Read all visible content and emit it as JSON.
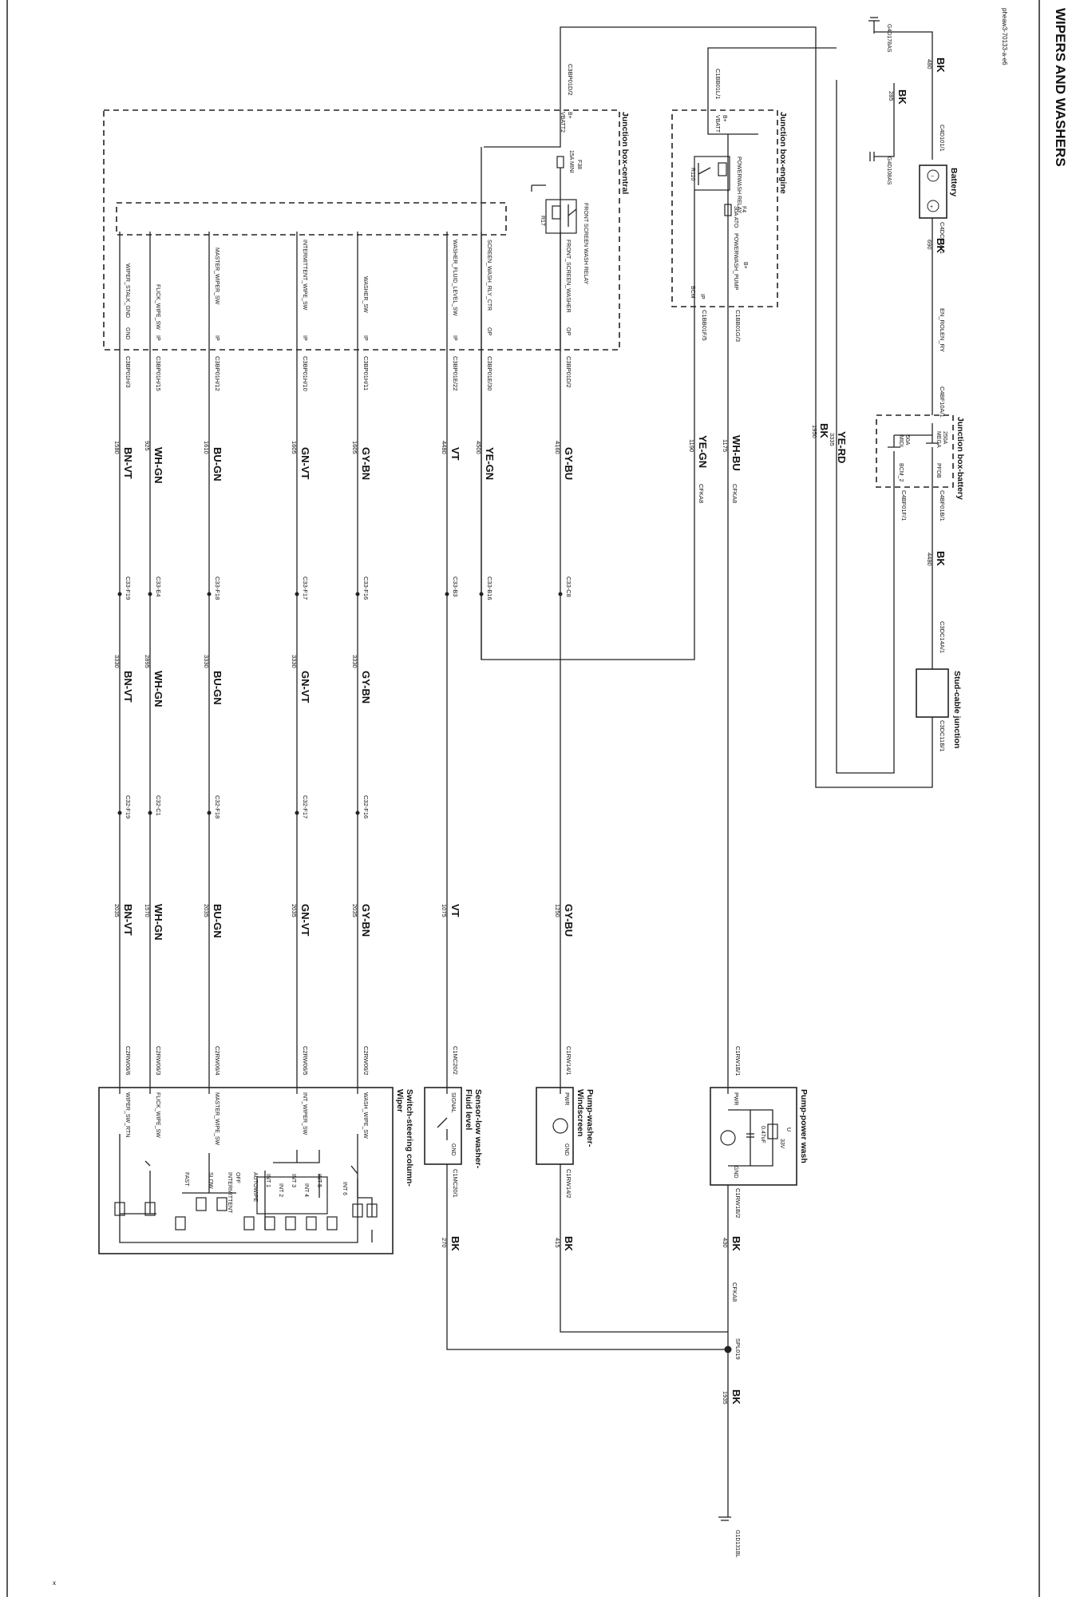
{
  "page": {
    "title": "WIPERS AND WASHERS",
    "ref": "pheaw3-70133-a-e6",
    "corner_mark": "x"
  },
  "battery": {
    "label": "Battery",
    "neg_conn": "C4D101/1",
    "pos_conn": "C4DC02A/1"
  },
  "jb_battery": {
    "label": "Junction box-battery",
    "fuse1": "250A",
    "fuse1_type": "MEGA",
    "fuse2": "50A",
    "fuse2_type": "MIDI",
    "pin_pfdb": "PFDB",
    "pin_bcm2": "BCM_2",
    "conn_left": "C4BF10A/1",
    "conn_right": "C4BF01B/1",
    "conn_bottom": "C4BF01F/1"
  },
  "stud": {
    "label": "Stud-cable junction",
    "conn1": "C3DC14A/1",
    "conn2": "C3DC11B/1"
  },
  "jb_engine": {
    "label": "Junction box-engine",
    "relay_name": "POWERWASH RELAY",
    "relay_ref": "R110",
    "fuse": "F4",
    "fuse_rating": "30A ATO",
    "pin_vbatt": "VBATT",
    "pin_bplus": "B+",
    "pin_bcm": "BCM",
    "pin_pump": "POWERWASH_PUMP",
    "pin_ip": "IP",
    "pin_bplus2": "B+",
    "conn_top": "C1BB01L/1",
    "conn_pump": "C1BB01G/3",
    "conn_bcm": "C1BB01F/5"
  },
  "jb_central": {
    "label": "Junction box-central",
    "relay_name": "FRONT SCREEN WASH RELAY",
    "relay_ref": "R17",
    "fuse": "F38",
    "fuse_rating": "15A MINI",
    "pin_vbatt2": "VBATT2",
    "pin_bplus": "B+",
    "conn_top": "C3BP01D/2",
    "pins": [
      {
        "name": "FRONT_SCREEN_WASHER",
        "type": "OP",
        "conn": "C3BP01D/2"
      },
      {
        "name": "SCREEN_WASH_RLY_CTR",
        "type": "OP",
        "conn": "C3BP01E/30"
      },
      {
        "name": "WASHER_FLUID_LEVEL_SW",
        "type": "IP",
        "conn": "C3BP01E/22"
      },
      {
        "name": "WASHER_SW",
        "type": "IP",
        "conn": "C3BP01H/11"
      },
      {
        "name": "INTERMITTENT_WIPE_SW",
        "type": "IP",
        "conn": "C3BP01H/10"
      },
      {
        "name": "MASTER_WIPER_SW",
        "type": "IP",
        "conn": "C3BP01H/12"
      },
      {
        "name": "FLICK_WIPE_SW",
        "type": "IP",
        "conn": "C3BP01H/15"
      },
      {
        "name": "WIPER_STALK_GND",
        "type": "GND",
        "conn": "C3BP01H/3"
      }
    ]
  },
  "top_wires": [
    {
      "color": "BK",
      "num": "480"
    },
    {
      "color": "BK",
      "num": "285"
    },
    {
      "color": "BK",
      "num": "690"
    },
    {
      "color": "EN_ROLEN_RY",
      "num": ""
    },
    {
      "color": "YE-RD",
      "num": "3335"
    },
    {
      "color": "BK",
      "num": "1950"
    },
    {
      "color": "BK",
      "num": "4480"
    }
  ],
  "grounds": {
    "g1": "G4D178AS",
    "g2": "G4D108AS",
    "g3": "G1D131BL"
  },
  "wires1": [
    {
      "color": "GY-BU",
      "num": "4160"
    },
    {
      "color": "YE-GN",
      "num": "4500"
    },
    {
      "color": "VT",
      "num": "4480"
    },
    {
      "color": "GY-BN",
      "num": "1605"
    },
    {
      "color": "GN-VT",
      "num": "1605"
    },
    {
      "color": "BU-GN",
      "num": "1610"
    },
    {
      "color": "WH-GN",
      "num": "925"
    },
    {
      "color": "BN-VT",
      "num": "1580"
    }
  ],
  "engine_wires": [
    {
      "color": "WH-BU",
      "num": "1175",
      "tag": "CFKA8"
    },
    {
      "color": "YE-GN",
      "num": "1190",
      "tag": "CFKA8"
    }
  ],
  "c33": [
    "C33-C8",
    "C33-B16",
    "C33-B3",
    "C33-F16",
    "C33-F17",
    "C33-F18",
    "C33-E4",
    "C33-F19"
  ],
  "wires2": [
    {
      "color": "GY-BN",
      "num": "3330"
    },
    {
      "color": "GN-VT",
      "num": "3330"
    },
    {
      "color": "BU-GN",
      "num": "3330"
    },
    {
      "color": "WH-GN",
      "num": "2895"
    },
    {
      "color": "BN-VT",
      "num": "3330"
    }
  ],
  "c32": [
    "C32-F16",
    "C32-F17",
    "C32-F18",
    "C32-C1",
    "C32-F19"
  ],
  "wires3": [
    {
      "color": "GY-BU",
      "num": "1250"
    },
    {
      "color": "VT",
      "num": "1075"
    },
    {
      "color": "GY-BN",
      "num": "2035"
    },
    {
      "color": "GN-VT",
      "num": "2035"
    },
    {
      "color": "BU-GN",
      "num": "2035"
    },
    {
      "color": "WH-GN",
      "num": "1570"
    },
    {
      "color": "BN-VT",
      "num": "2035"
    }
  ],
  "pump_power": {
    "label": "Pump-power wash",
    "pwr": "PWR",
    "gnd": "GND",
    "conn1": "C1RW1B/1",
    "conn2": "C1RW1B/2",
    "u": "U",
    "v": "33V",
    "cap": "0.47uF"
  },
  "pump_windscreen": {
    "label1": "Pump-washer-",
    "label2": "Windscreen",
    "pwr": "PWR",
    "gnd": "GND",
    "conn1": "C1RW14/1",
    "conn2": "C1RW14/2"
  },
  "sensor": {
    "label1": "Sensor-low washer-",
    "label2": "Fluid level",
    "signal": "SIGNAL",
    "gnd": "GND",
    "conn1": "C1MC20/2",
    "conn2": "C1MC20/1"
  },
  "switch": {
    "label1": "Switch-steering column-",
    "label2": "Wiper",
    "pins": [
      {
        "name": "WASH_WIPE_SW",
        "conn": "C2RW06/2"
      },
      {
        "name": "INT_WIPER_SW",
        "conn": "C2RW06/5"
      },
      {
        "name": "MASTER_WIPE_SW",
        "conn": "C2RW06/4"
      },
      {
        "name": "FLICK_WIPE_SW",
        "conn": "C2RW06/3"
      },
      {
        "name": "WIPER_SW_RTN",
        "conn": "C2RW06/6"
      }
    ],
    "positions": [
      "OFF",
      "INTERMITTENT",
      "SLOW",
      "FAST",
      "AUTOWIPE"
    ],
    "int_steps": [
      "INT 1",
      "INT 2",
      "INT 3",
      "INT 4",
      "INT 5",
      "INT 6"
    ]
  },
  "bottom_wires": [
    {
      "color": "BK",
      "num": "430",
      "tag": "CFKA8"
    },
    {
      "color": "BK",
      "num": "415"
    },
    {
      "color": "BK",
      "num": "270"
    },
    {
      "color": "BK",
      "num": "1935"
    }
  ],
  "splice": "SPL019"
}
